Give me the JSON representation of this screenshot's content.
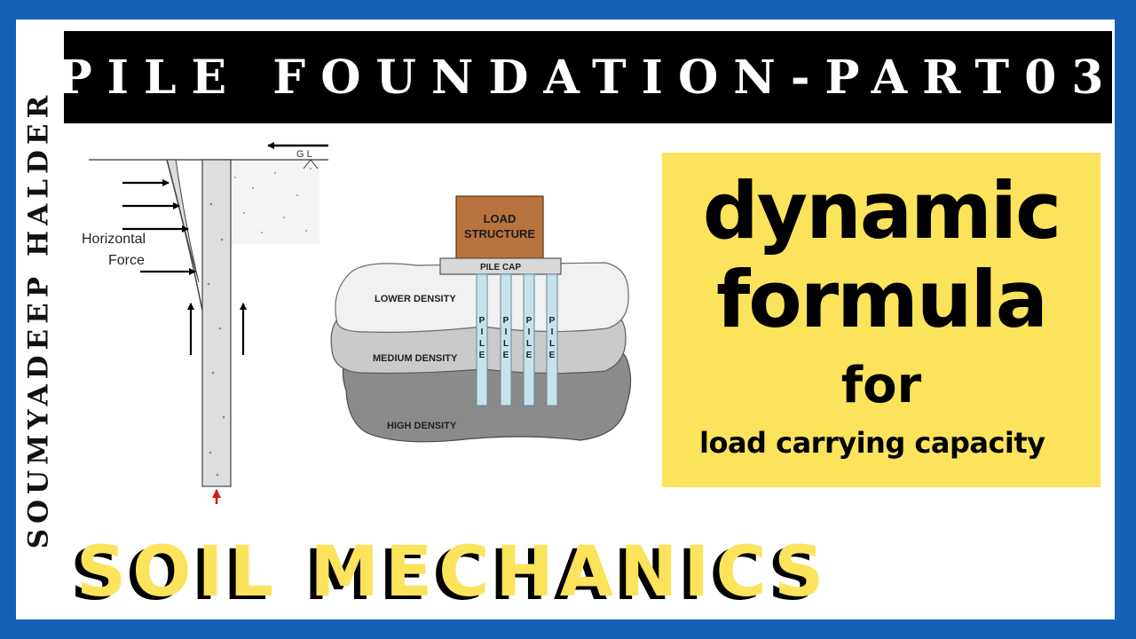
{
  "author": "SOUMYADEEP HALDER",
  "title": "PILE FOUNDATION-PART03",
  "lateral_diagram": {
    "ground_label": "G L",
    "force_label_line1": "Horizontal",
    "force_label_line2": "Force"
  },
  "soil_diagram": {
    "load_label_line1": "LOAD",
    "load_label_line2": "STRUCTURE",
    "pile_cap_label": "PILE CAP",
    "layers": [
      "LOWER DENSITY",
      "MEDIUM DENSITY",
      "HIGH DENSITY"
    ],
    "pile_label": [
      "P",
      "I",
      "L",
      "E"
    ]
  },
  "highlight": {
    "line1": "dynamic",
    "line2": "formula",
    "line3": "for",
    "line4": "load carrying capacity"
  },
  "subject": "SOIL MECHANICS",
  "colors": {
    "frame": "#1660b8",
    "highlight": "#fbe35c",
    "title_bar": "#000000",
    "load_structure": "#b9733f",
    "pile": "#c7e3ea"
  }
}
